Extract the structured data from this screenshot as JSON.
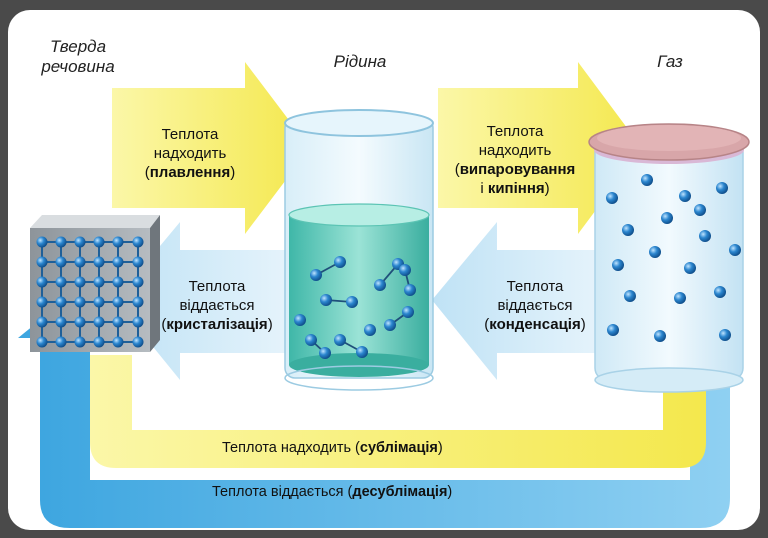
{
  "states": {
    "solid": "Тверда\nречовина",
    "liquid": "Рідина",
    "gas": "Газ"
  },
  "arrows": {
    "melting": {
      "line1": "Теплота",
      "line2": "надходить",
      "open": "(",
      "term": "плавлення",
      "close": ")"
    },
    "vaporization": {
      "line1": "Теплота",
      "line2": "надходить",
      "open": "(",
      "term1": "випаровування",
      "mid": "і ",
      "term2": "кипіння",
      "close": ")"
    },
    "crystallization": {
      "line1": "Теплота",
      "line2": "віддається",
      "open": "(",
      "term": "кристалізація",
      "close": ")"
    },
    "condensation": {
      "line1": "Теплота",
      "line2": "віддається",
      "open": "(",
      "term": "конденсація",
      "close": ")"
    },
    "sublimation": {
      "prefix": "Теплота надходить (",
      "term": "сублімація",
      "suffix": ")"
    },
    "desublimation": {
      "prefix": "Теплота віддається (",
      "term": "десублімація",
      "suffix": ")"
    }
  },
  "colors": {
    "heat_in": "#f7ee6e",
    "heat_out": "#cfe9f7",
    "desub_band": "#5fb4e6",
    "liquid": "#55c7b7",
    "molecule": "#1f6fb8"
  }
}
